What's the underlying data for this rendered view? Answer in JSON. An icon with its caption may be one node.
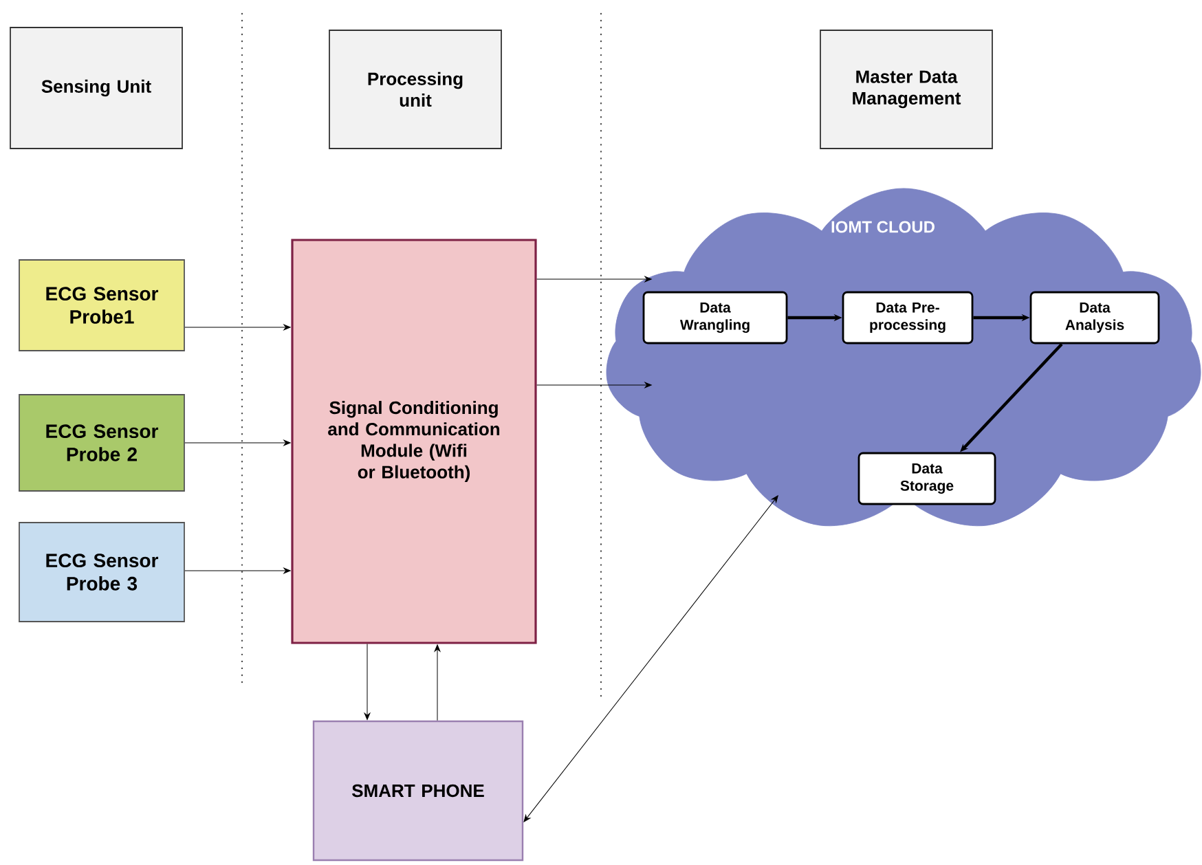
{
  "diagram": {
    "nodes": [
      {
        "text": [
          "Sensing Unit"
        ]
      },
      {
        "text": [
          "Processing unit"
        ]
      },
      {
        "text": [
          "Master Data Management"
        ]
      },
      {
        "text": [
          "ECG Sensor Probe1"
        ]
      },
      {
        "text": [
          "ECG Sensor Probe 2"
        ]
      },
      {
        "text": [
          "ECG Sensor Probe 3"
        ]
      },
      {
        "text": [
          "Signal Conditioning and Communication Module (Wifi or Bluetooth)"
        ]
      },
      {
        "text": [
          "IOMT CLOUD"
        ]
      },
      {
        "text": [
          "Data Wrangling"
        ],
        "in": 7
      },
      {
        "text": [
          "Data Pre-processing"
        ],
        "in": 7
      },
      {
        "text": [
          "Data Analysis"
        ],
        "in": 7
      },
      {
        "text": [
          "Data Storage"
        ],
        "in": 7
      },
      {
        "text": [
          "SMART PHONE"
        ]
      }
    ],
    "edges": [
      {
        "from": 3,
        "to": 6,
        "arrow": "to"
      },
      {
        "from": 4,
        "to": 6,
        "arrow": "to"
      },
      {
        "from": 5,
        "to": 6,
        "arrow": "to"
      },
      {
        "from": 6,
        "to": 7,
        "arrow": "to"
      },
      {
        "from": 6,
        "to": 7,
        "arrow": "to"
      },
      {
        "from": 8,
        "to": 9,
        "arrow": "to",
        "style": "thick"
      },
      {
        "from": 9,
        "to": 10,
        "arrow": "to",
        "style": "thick"
      },
      {
        "from": 10,
        "to": 11,
        "arrow": "to",
        "style": "thick"
      },
      {
        "from": 6,
        "to": 12,
        "arrow": "to"
      },
      {
        "from": 12,
        "to": 6,
        "arrow": "to"
      },
      {
        "from": 12,
        "to": 7,
        "arrow": "both"
      }
    ]
  }
}
